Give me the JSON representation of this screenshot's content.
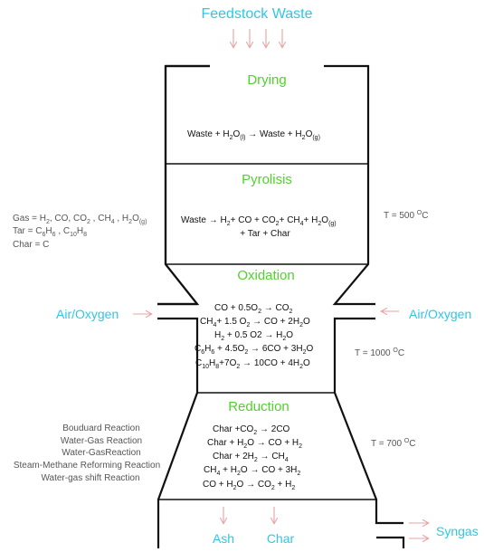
{
  "feed": {
    "label": "Feedstock Waste"
  },
  "zones": {
    "drying": {
      "title": "Drying",
      "eq_html": "Waste + H<tspan dy='3' font-size='7'>2</tspan><tspan dy='-3'>O</tspan><tspan dy='3' font-size='7'>(l)</tspan><tspan dy='-3'> → Waste + H</tspan><tspan dy='3' font-size='7'>2</tspan><tspan dy='-3'>O</tspan><tspan dy='3' font-size='7'>(g)</tspan>"
    },
    "pyrolysis": {
      "title": "Pyrolisis",
      "eq1_html": "Waste → H<tspan dy='3' font-size='7'>2</tspan><tspan dy='-3'>+ CO + CO</tspan><tspan dy='3' font-size='7'>2</tspan><tspan dy='-3'>+ CH</tspan><tspan dy='3' font-size='7'>4</tspan><tspan dy='-3'>+ H</tspan><tspan dy='3' font-size='7'>2</tspan><tspan dy='-3'>O</tspan><tspan dy='3' font-size='7'>(g)</tspan>",
      "eq2": "+ Tar + Char",
      "temp_html": "T = 500 <tspan dy='-4' font-size='7'>O</tspan><tspan dy='4'>C</tspan>"
    },
    "oxidation": {
      "title": "Oxidation",
      "eqs_html": [
        "CO + 0.5O<tspan dy='3' font-size='7'>2</tspan><tspan dy='-3'> → CO</tspan><tspan dy='3' font-size='7'>2</tspan>",
        "CH<tspan dy='3' font-size='7'>4</tspan><tspan dy='-3'>+ 1.5 O</tspan><tspan dy='3' font-size='7'>2</tspan><tspan dy='-3'> → CO + 2H</tspan><tspan dy='3' font-size='7'>2</tspan><tspan dy='-3'>O</tspan>",
        "H<tspan dy='3' font-size='7'>2</tspan><tspan dy='-3'> + 0.5 O2 → H</tspan><tspan dy='3' font-size='7'>2</tspan><tspan dy='-3'>O</tspan>",
        "C<tspan dy='3' font-size='7'>6</tspan><tspan dy='-3'>H</tspan><tspan dy='3' font-size='7'>6</tspan><tspan dy='-3'> + 4.5O</tspan><tspan dy='3' font-size='7'>2</tspan><tspan dy='-3'> → 6CO + 3H</tspan><tspan dy='3' font-size='7'>2</tspan><tspan dy='-3'>O</tspan>",
        "C<tspan dy='3' font-size='7'>10</tspan><tspan dy='-3'>H</tspan><tspan dy='3' font-size='7'>8</tspan><tspan dy='-3'>+7O</tspan><tspan dy='3' font-size='7'>2</tspan><tspan dy='-3'> → 10CO + 4H</tspan><tspan dy='3' font-size='7'>2</tspan><tspan dy='-3'>O</tspan>"
      ],
      "temp_html": "T = 1000 <tspan dy='-4' font-size='7'>O</tspan><tspan dy='4'>C</tspan>"
    },
    "reduction": {
      "title": "Reduction",
      "eqs_html": [
        "Char +CO<tspan dy='3' font-size='7'>2</tspan><tspan dy='-3'> → 2CO</tspan>",
        "Char + H<tspan dy='3' font-size='7'>2</tspan><tspan dy='-3'>O → CO + H</tspan><tspan dy='3' font-size='7'>2</tspan>",
        "Char + 2H<tspan dy='3' font-size='7'>2</tspan><tspan dy='-3'> → CH</tspan><tspan dy='3' font-size='7'>4</tspan>",
        "CH<tspan dy='3' font-size='7'>4</tspan><tspan dy='-3'> + H</tspan><tspan dy='3' font-size='7'>2</tspan><tspan dy='-3'>O → CO + 3H</tspan><tspan dy='3' font-size='7'>2</tspan>",
        "CO + H<tspan dy='3' font-size='7'>2</tspan><tspan dy='-3'>O → CO</tspan><tspan dy='3' font-size='7'>2</tspan><tspan dy='-3'> + H</tspan><tspan dy='3' font-size='7'>2</tspan>"
      ],
      "temp_html": "T = 700 <tspan dy='-4' font-size='7'>O</tspan><tspan dy='4'>C</tspan>"
    }
  },
  "products_note": {
    "gas_html": "Gas = H<tspan dy='3' font-size='7'>2</tspan><tspan dy='-3'>, CO, CO</tspan><tspan dy='3' font-size='7'>2</tspan><tspan dy='-3'> , CH</tspan><tspan dy='3' font-size='7'>4</tspan><tspan dy='-3'> , H</tspan><tspan dy='3' font-size='7'>2</tspan><tspan dy='-3'>O</tspan><tspan dy='3' font-size='7'>(g)</tspan>",
    "tar_html": "Tar = C<tspan dy='3' font-size='7'>6</tspan><tspan dy='-3'>H</tspan><tspan dy='3' font-size='7'>6</tspan><tspan dy='-3'> , C</tspan><tspan dy='3' font-size='7'>10</tspan><tspan dy='-3'>H</tspan><tspan dy='3' font-size='7'>8</tspan>",
    "char": "Char = C"
  },
  "reaction_names": [
    "Bouduard Reaction",
    "Water-Gas Reaction",
    "Water-GasReaction",
    "Steam-Methane Reforming Reaction",
    "Water-gas shift Reaction"
  ],
  "inlets": {
    "left": "Air/Oxygen",
    "right": "Air/Oxygen"
  },
  "outputs": {
    "ash": "Ash",
    "char": "Char",
    "syngas": "Syngas"
  }
}
